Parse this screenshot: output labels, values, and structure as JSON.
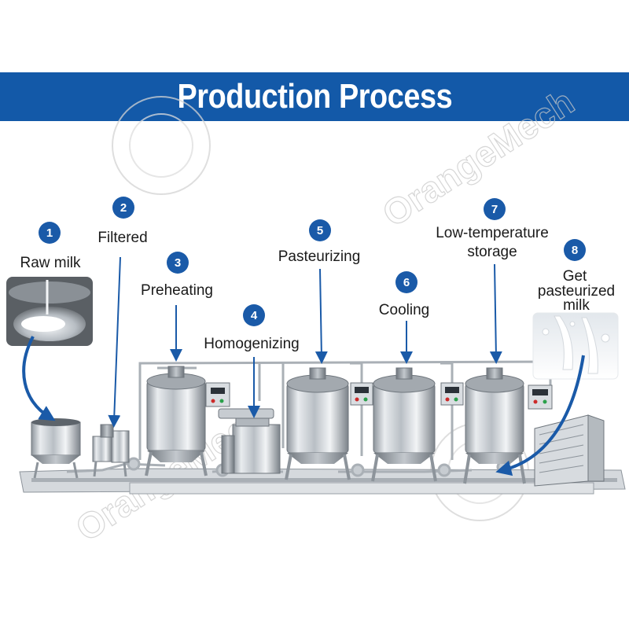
{
  "banner": {
    "title": "Production Process"
  },
  "watermark": {
    "text": "OrangeMech",
    "color": "#c9c9c9"
  },
  "colors": {
    "banner": "#1359a8",
    "badge": "#1a5aa8",
    "arrow": "#1a5aa8",
    "steel": "#c7ccd1"
  },
  "steps": [
    {
      "number": "1",
      "lines": [
        "Raw milk"
      ]
    },
    {
      "number": "2",
      "lines": [
        "Filtered"
      ]
    },
    {
      "number": "3",
      "lines": [
        "Preheating"
      ]
    },
    {
      "number": "4",
      "lines": [
        "Homogenizing"
      ]
    },
    {
      "number": "5",
      "lines": [
        "Pasteurizing"
      ]
    },
    {
      "number": "6",
      "lines": [
        "Cooling"
      ]
    },
    {
      "number": "7",
      "lines": [
        "Low-temperature",
        "storage"
      ]
    },
    {
      "number": "8",
      "lines": [
        "Get",
        "pasteurized",
        "milk"
      ]
    }
  ]
}
